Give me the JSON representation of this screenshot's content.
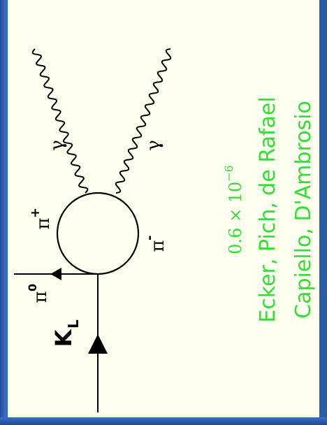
{
  "colors": {
    "slide_background": "#fffff0",
    "frame": "#2a5ba8",
    "diagram_ink": "#000000",
    "text_accent": "#33dd33"
  },
  "diagram": {
    "incoming_label": "K",
    "incoming_subscript": "L",
    "neutral_pion_label": "π",
    "neutral_pion_superscript": "0",
    "loop_upper_label": "π",
    "loop_upper_superscript": "+",
    "loop_lower_label": "π",
    "loop_lower_superscript": "-",
    "photon_left_label": "γ",
    "photon_right_label": "γ"
  },
  "annotation": {
    "value_line": "0.6 × 10",
    "value_exponent": "−6",
    "authors_line1": "Ecker, Pich, de Rafael",
    "authors_line2": "Capiello, D'Ambrosio"
  }
}
